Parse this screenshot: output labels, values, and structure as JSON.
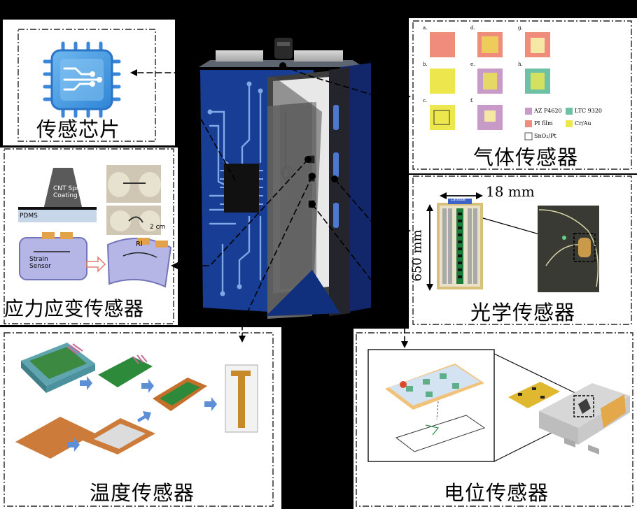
{
  "figure": {
    "center": {
      "name": "battery-with-embedded-sensors"
    },
    "panels": {
      "chip": {
        "title": "传感芯片"
      },
      "strain": {
        "title": "应力应变传感器",
        "texts": {
          "coating": "CNT Spray\nCoating",
          "pdms": "PDMS",
          "cm": "2 cm",
          "sensor": "Strain\nSensor",
          "r": "Rl"
        }
      },
      "gas": {
        "title": "气体传感器",
        "letters": [
          "a.",
          "b.",
          "c.",
          "d.",
          "e.",
          "f.",
          "g.",
          "h."
        ],
        "legend": [
          "AZ P4620",
          "LTC 9320",
          "PI film",
          "Cr/Au",
          "SnO₂/Pt"
        ],
        "colors": {
          "pink": "#f08c7c",
          "yellow": "#ede74d",
          "purple": "#c79ac8",
          "teal": "#6fc1a5",
          "gold": "#e0b23a"
        }
      },
      "optical": {
        "title": "光学传感器",
        "dim_width": "18 mm",
        "dim_height": "650 mm",
        "electrode_label": "Cathode"
      },
      "temperature": {
        "title": "温度传感器"
      },
      "potential": {
        "title": "电位传感器"
      }
    }
  }
}
